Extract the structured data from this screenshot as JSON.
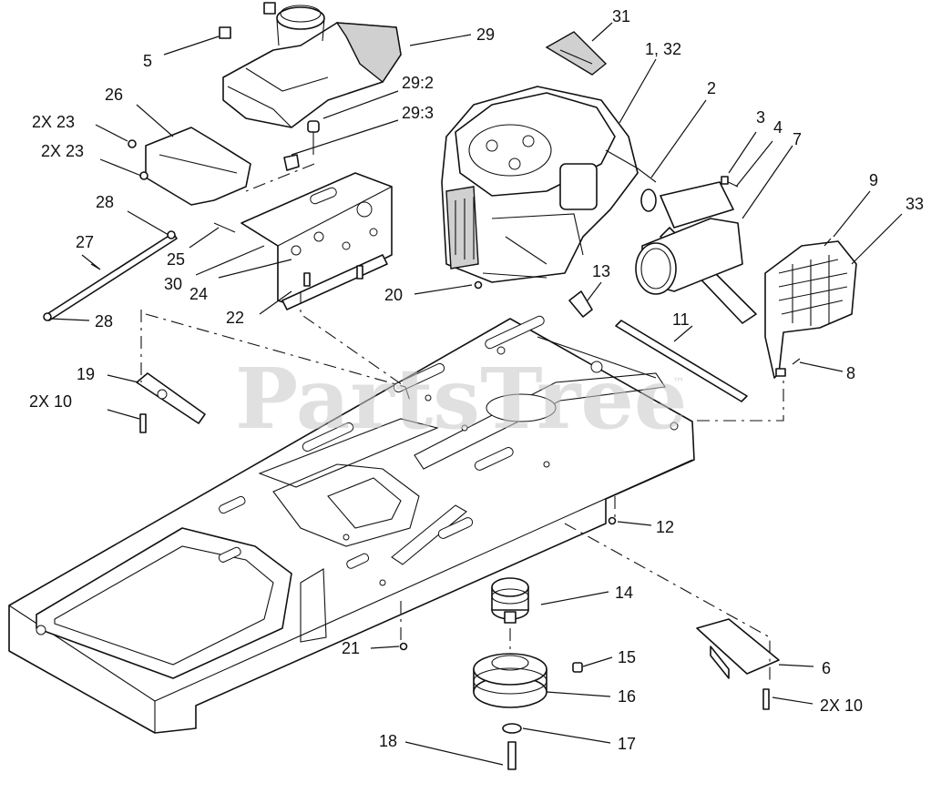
{
  "watermark": {
    "text": "PartsTree",
    "trademark": "™"
  },
  "callouts": [
    {
      "id": "c5",
      "text": "5"
    },
    {
      "id": "c29",
      "text": "29"
    },
    {
      "id": "c31",
      "text": "31"
    },
    {
      "id": "c1-32",
      "text": "1, 32"
    },
    {
      "id": "c2",
      "text": "2"
    },
    {
      "id": "c3",
      "text": "3"
    },
    {
      "id": "c4",
      "text": "4"
    },
    {
      "id": "c7",
      "text": "7"
    },
    {
      "id": "c29-2",
      "text": "29:2"
    },
    {
      "id": "c29-3",
      "text": "29:3"
    },
    {
      "id": "c26",
      "text": "26"
    },
    {
      "id": "c2x23a",
      "text": "2X 23"
    },
    {
      "id": "c2x23b",
      "text": "2X 23"
    },
    {
      "id": "c9",
      "text": "9"
    },
    {
      "id": "c33",
      "text": "33"
    },
    {
      "id": "c28a",
      "text": "28"
    },
    {
      "id": "c27",
      "text": "27"
    },
    {
      "id": "c25",
      "text": "25"
    },
    {
      "id": "c30",
      "text": "30"
    },
    {
      "id": "c24",
      "text": "24"
    },
    {
      "id": "c22",
      "text": "22"
    },
    {
      "id": "c20",
      "text": "20"
    },
    {
      "id": "c13",
      "text": "13"
    },
    {
      "id": "c28b",
      "text": "28"
    },
    {
      "id": "c11",
      "text": "11"
    },
    {
      "id": "c8",
      "text": "8"
    },
    {
      "id": "c19",
      "text": "19"
    },
    {
      "id": "c2x10a",
      "text": "2X 10"
    },
    {
      "id": "c12",
      "text": "12"
    },
    {
      "id": "c14",
      "text": "14"
    },
    {
      "id": "c21",
      "text": "21"
    },
    {
      "id": "c15",
      "text": "15"
    },
    {
      "id": "c6",
      "text": "6"
    },
    {
      "id": "c16",
      "text": "16"
    },
    {
      "id": "c2x10b",
      "text": "2X 10"
    },
    {
      "id": "c18",
      "text": "18"
    },
    {
      "id": "c17",
      "text": "17"
    }
  ]
}
